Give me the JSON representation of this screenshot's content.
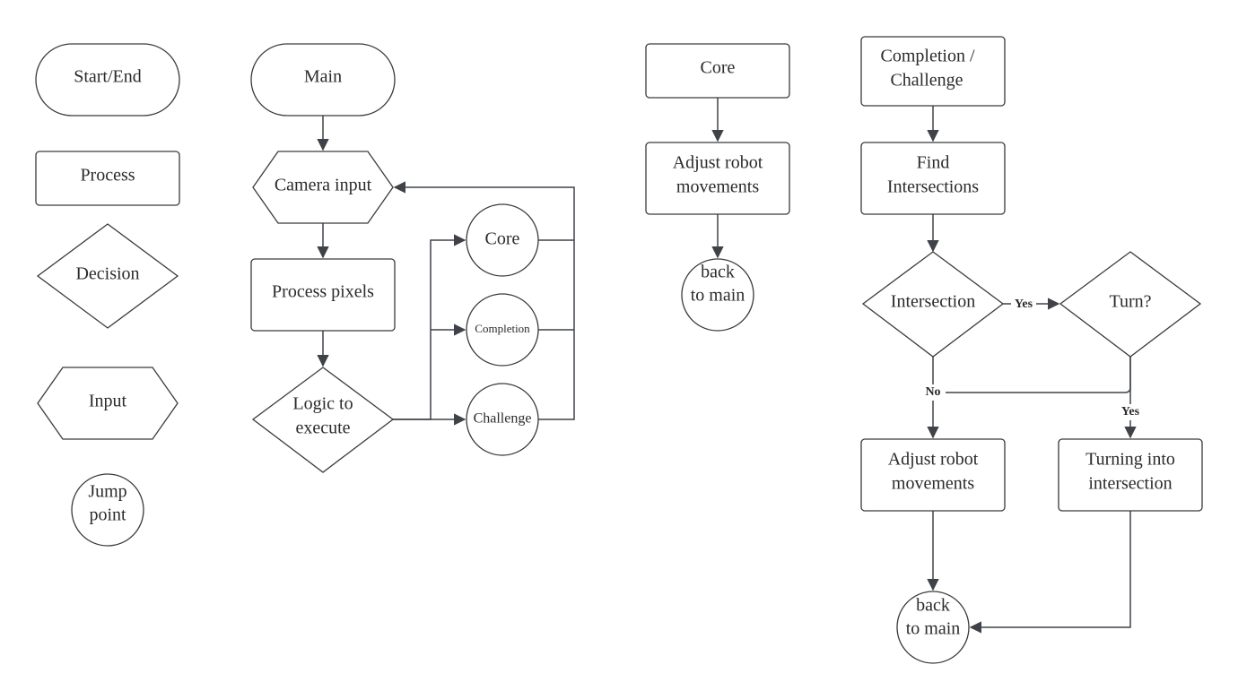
{
  "legend": {
    "start_end": "Start/End",
    "process": "Process",
    "decision": "Decision",
    "input": "Input",
    "jump_point": [
      "Jump",
      "point"
    ]
  },
  "main_flow": {
    "main": "Main",
    "camera_input": "Camera input",
    "process_pixels": "Process pixels",
    "logic": [
      "Logic to",
      "execute"
    ],
    "core": "Core",
    "completion": "Completion",
    "challenge": "Challenge"
  },
  "core_flow": {
    "core": "Core",
    "adjust": [
      "Adjust robot",
      "movements"
    ],
    "back": [
      "back",
      "to main"
    ]
  },
  "challenge_flow": {
    "start": [
      "Completion /",
      "Challenge"
    ],
    "find": [
      "Find",
      "Intersections"
    ],
    "intersection": "Intersection",
    "turn": "Turn?",
    "yes_label_1": "Yes",
    "no_label": "No",
    "yes_label_2": "Yes",
    "adjust": [
      "Adjust robot",
      "movements"
    ],
    "turning": [
      "Turning into",
      "intersection"
    ],
    "back": [
      "back",
      "to main"
    ]
  },
  "colors": {
    "stroke": "#3a3a3a",
    "edge": "#3f4248",
    "text": "#2b2b2b",
    "background": "#ffffff"
  }
}
